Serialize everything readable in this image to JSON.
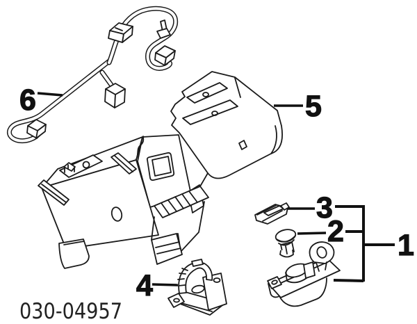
{
  "figure": {
    "part_code": "030-04957",
    "callouts": {
      "lamp_assembly": "1",
      "bulb": "2",
      "clip": "3",
      "socket_cover": "4",
      "bracket": "5",
      "harness": "6"
    },
    "colors": {
      "line": "#1a1a1a",
      "background": "#ffffff"
    }
  }
}
